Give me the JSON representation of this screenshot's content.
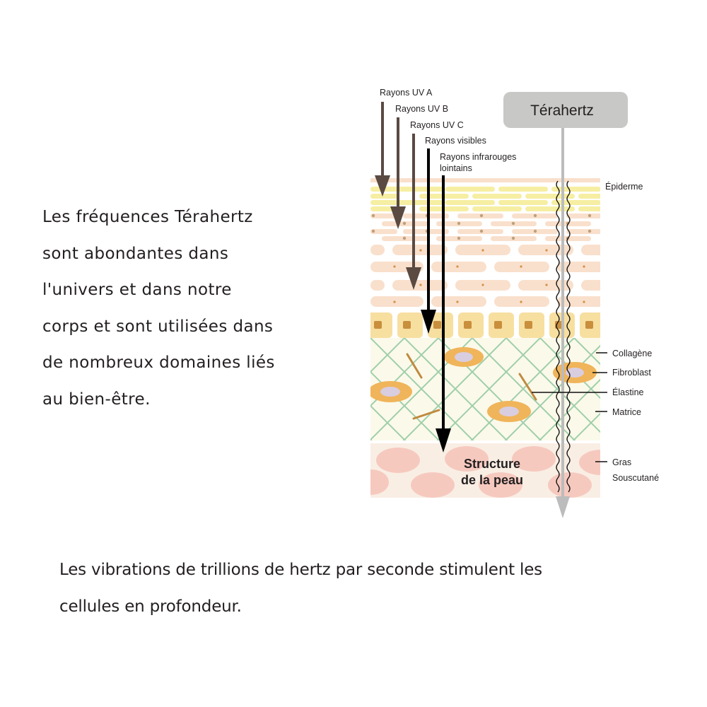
{
  "intro": {
    "lines": [
      "Les fréquences Térahertz",
      "sont abondantes dans",
      "l'univers et dans notre",
      "corps et sont utilisées dans",
      "de nombreux domaines liés",
      "au bien-être."
    ]
  },
  "footer": {
    "lines": [
      "Les vibrations de trillions de hertz par seconde stimulent les",
      "cellules en profondeur."
    ]
  },
  "diagram": {
    "terahertz_label": "Térahertz",
    "rays": [
      {
        "label": "Rayons UV A",
        "color": "#5a4a42"
      },
      {
        "label": "Rayons UV B",
        "color": "#5a4a42"
      },
      {
        "label": "Rayons UV C",
        "color": "#5a4a42"
      },
      {
        "label": "Rayons visibles",
        "color": "#000000"
      },
      {
        "label_line1": "Rayons infrarouges",
        "label_line2": "lointains",
        "color": "#000000"
      }
    ],
    "layer_labels": {
      "epidermis": "Épiderme",
      "collagen": "Collagène",
      "fibroblast": "Fibroblast",
      "elastin": "Élastine",
      "matrix": "Matrice",
      "fat_line1": "Gras",
      "fat_line2": "Souscutané"
    },
    "center_title_line1": "Structure",
    "center_title_line2": "de la peau",
    "colors": {
      "terahertz_box": "#c8c8c6",
      "terahertz_line": "#bcbcbc",
      "epidermis_yellow": "#f6eea2",
      "epidermis_peach": "#f9e0cc",
      "basal_cell": "#f7dfa0",
      "basal_nucleus": "#c98f3c",
      "dermis_bg": "#fbf9ea",
      "collagen_mesh": "#9fcfaa",
      "fibroblast": "#f0b45a",
      "fibroblast_nucleus": "#d9cde0",
      "elastin": "#c08a3e",
      "fat_bg": "#f9eee4",
      "fat_cell": "#f6c9bf"
    }
  }
}
